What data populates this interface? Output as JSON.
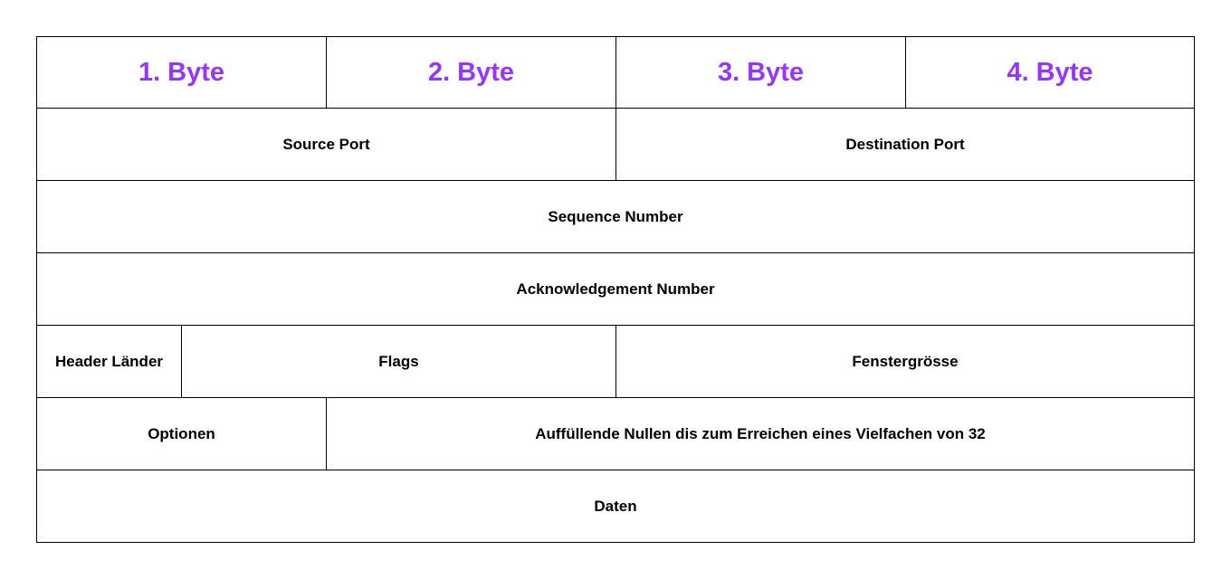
{
  "colors": {
    "byte_header": "#9933ff",
    "text": "#000000",
    "border": "#000000",
    "background": "#ffffff"
  },
  "header": {
    "bytes": [
      "1. Byte",
      "2. Byte",
      "3. Byte",
      "4. Byte"
    ]
  },
  "rows": {
    "ports": {
      "source": "Source Port",
      "destination": "Destination Port"
    },
    "sequence": "Sequence Number",
    "acknowledgement": "Acknowledgement Number",
    "control": {
      "header_length": "Header Länder",
      "flags": "Flags",
      "window_size": "Fenstergrösse"
    },
    "options": {
      "options": "Optionen",
      "padding": "Auffüllende Nullen dis zum Erreichen eines Vielfachen von 32"
    },
    "data": "Daten"
  }
}
